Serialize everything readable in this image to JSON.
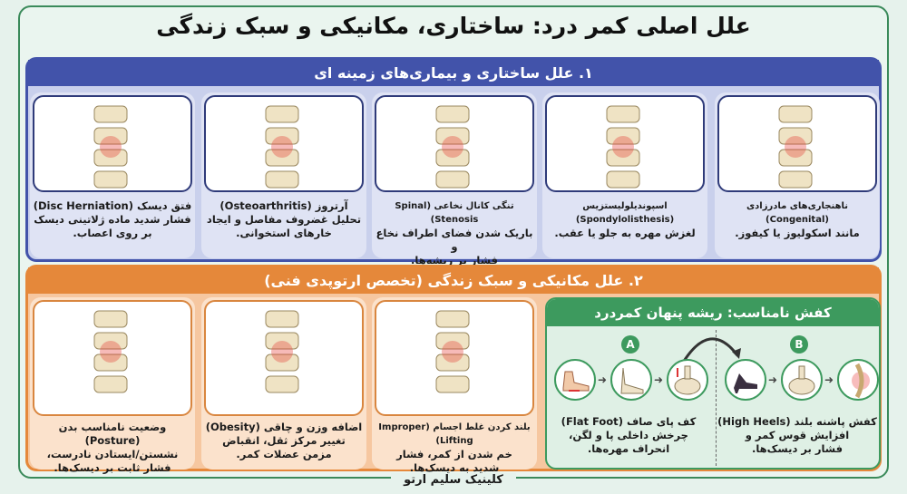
{
  "title": "علل اصلی کمر درد: ساختاری، مکانیکی و سبک زندگی",
  "section1": {
    "header": "۱. علل ساختاری و بیماری‌های زمینه ای",
    "cards": [
      {
        "title": "ناهنجاری‌های مادرزادی (Congenital)",
        "lines": [
          "مانند اسکولیوز یا کیفوز."
        ],
        "icon": "curved-spine-icon"
      },
      {
        "title": "اسپوندیلولیستزیس (Spondylolisthesis)",
        "lines": [
          "لغزش مهره به جلو یا عقب."
        ],
        "icon": "slipped-vertebra-icon"
      },
      {
        "title": "تنگی کانال نخاعی (Spinal Stenosis)",
        "lines": [
          "باریک شدن فضای اطراف نخاع و",
          "فشار بر ریشه‌ها."
        ],
        "icon": "spinal-canal-icon"
      },
      {
        "title": "آرتروز (Osteoarthritis)",
        "lines": [
          "تحلیل غضروف مفاصل و ایجاد",
          "خارهای استخوانی."
        ],
        "icon": "vertebra-arthritis-icon"
      },
      {
        "title": "فتق دیسک (Disc Herniation)",
        "lines": [
          "فشار شدید ماده ژلاتینی دیسک",
          "بر روی اعصاب."
        ],
        "icon": "herniated-disc-icon"
      }
    ]
  },
  "section2": {
    "header": "۲. علل مکانیکی و سبک زندگی (تخصص ارتوپدی فنی)",
    "cards": [
      {
        "title": "بلند کردن غلط اجسام (Improper Lifting)",
        "lines": [
          "خم شدن از کمر، فشار",
          "شدید به دیسک‌ها."
        ],
        "icon": "lifting-box-icon"
      },
      {
        "title": "اضافه وزن و چاقی (Obesity)",
        "lines": [
          "تغییر مرکز ثقل، انقباض",
          "مزمن عضلات کمر."
        ],
        "icon": "obesity-icon"
      },
      {
        "title": "وضعیت نامناسب بدن (Posture)",
        "lines": [
          "نشستن/ایستادن نادرست،",
          "فشار ثابت بر دیسک‌ها."
        ],
        "icon": "desk-posture-icon"
      }
    ],
    "shoes": {
      "header": "کفش نامناسب: ریشه پنهان کمردرد",
      "badge_a": "A",
      "badge_b": "B",
      "flat_foot": {
        "title": "کف پای صاف (Flat Foot)",
        "lines": [
          "چرخش داخلی پا و لگن،",
          "انحراف مهره‌ها."
        ]
      },
      "high_heels": {
        "title": "کفش پاشنه بلند (High Heels)",
        "lines": [
          "افزایش قوس کمر و",
          "فشار بر دیسک‌ها."
        ]
      }
    }
  },
  "footer": "کلینیک سلیم ارتو",
  "colors": {
    "blue": "#4253aa",
    "orange": "#e5883a",
    "green": "#3d9a5e",
    "pain": "#e53935"
  }
}
